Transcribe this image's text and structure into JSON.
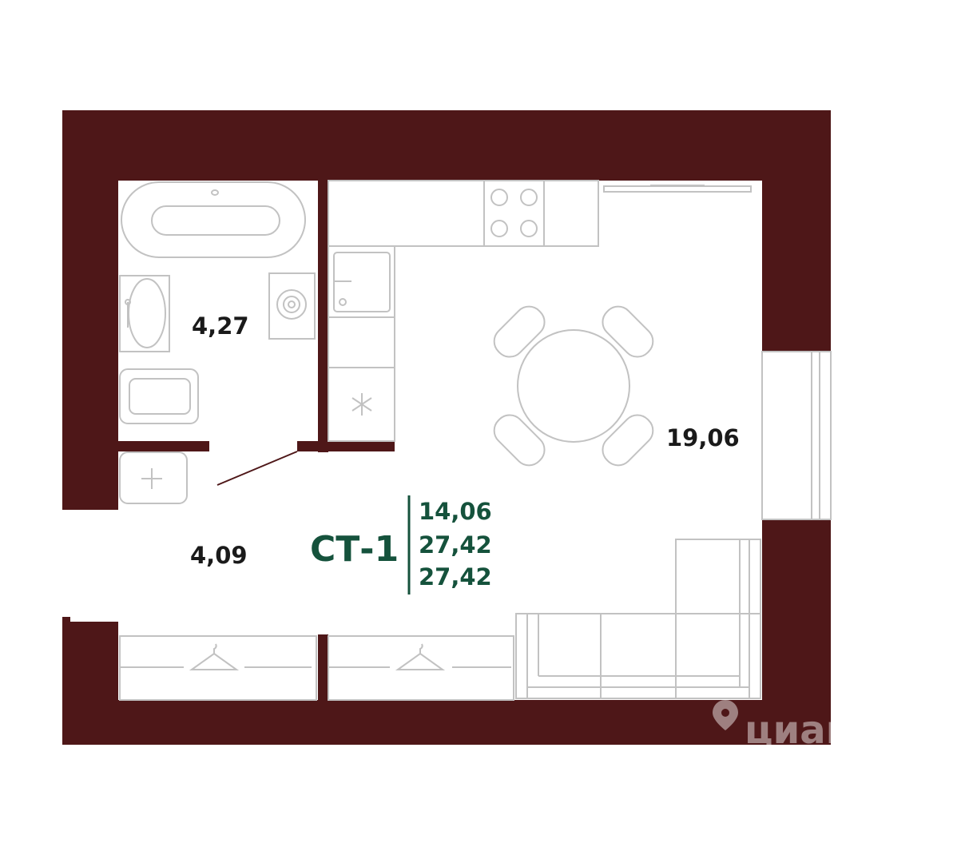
{
  "colors": {
    "wall": "#4e1718",
    "fixture_stroke": "#c2c2c2",
    "area_text": "#1a1a1a",
    "unit_text": "#15523c"
  },
  "rooms": [
    {
      "id": "bathroom",
      "area": "4,27"
    },
    {
      "id": "hallway",
      "area": "4,09"
    },
    {
      "id": "main-room",
      "area": "19,06"
    }
  ],
  "unit": {
    "code": "СТ-1",
    "areas": [
      "14,06",
      "27,42",
      "27,42"
    ]
  },
  "watermark": "циан",
  "icons": [
    "bathtub-icon",
    "washbasin-icon",
    "washing-machine-icon",
    "toilet-icon",
    "stove-icon",
    "sink-icon",
    "fridge-icon",
    "dining-table-icon",
    "sofa-icon",
    "wardrobe-hanger-icon",
    "location-pin-icon"
  ]
}
